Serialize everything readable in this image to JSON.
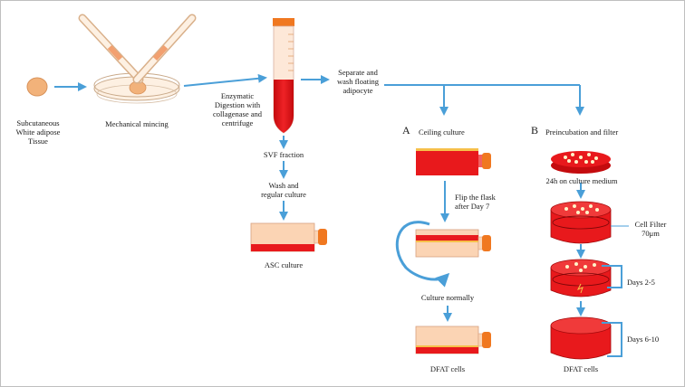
{
  "labels": {
    "tissue": [
      "Subcutaneous",
      "White adipose",
      "Tissue"
    ],
    "mincing": "Mechanical mincing",
    "digestion": [
      "Enzymatic",
      "Digestion with",
      "collagenase and",
      "centrifuge"
    ],
    "separate": [
      "Separate and",
      "wash floating",
      "adipocyte"
    ],
    "svf": "SVF  fraction",
    "wash": [
      "Wash and",
      "regular culture"
    ],
    "asc": "ASC culture",
    "letter_a": "A",
    "ceiling": "Ceiling culture",
    "flip": [
      "Flip  the flask",
      "after Day 7"
    ],
    "culture_normally": "Culture normally",
    "dfat_a": "DFAT cells",
    "letter_b": "B",
    "preincubation": "Preincubation and filter",
    "medium": "24h on culture medium",
    "filter": [
      "Cell Filter",
      "70μm"
    ],
    "days1": "Days 2-5",
    "days2": "Days 6-10",
    "dfat_b": "DFAT cells"
  },
  "colors": {
    "arrow": "#4a9fd8",
    "red": "#e8191c",
    "orange": "#f07820",
    "skin": "#fbd4b4",
    "tissue": "#f2b27a"
  },
  "icons": [
    "tissue-blob",
    "petri-dish",
    "scissors",
    "centrifuge-tube",
    "culture-flask",
    "culture-dish",
    "cell-filter"
  ]
}
